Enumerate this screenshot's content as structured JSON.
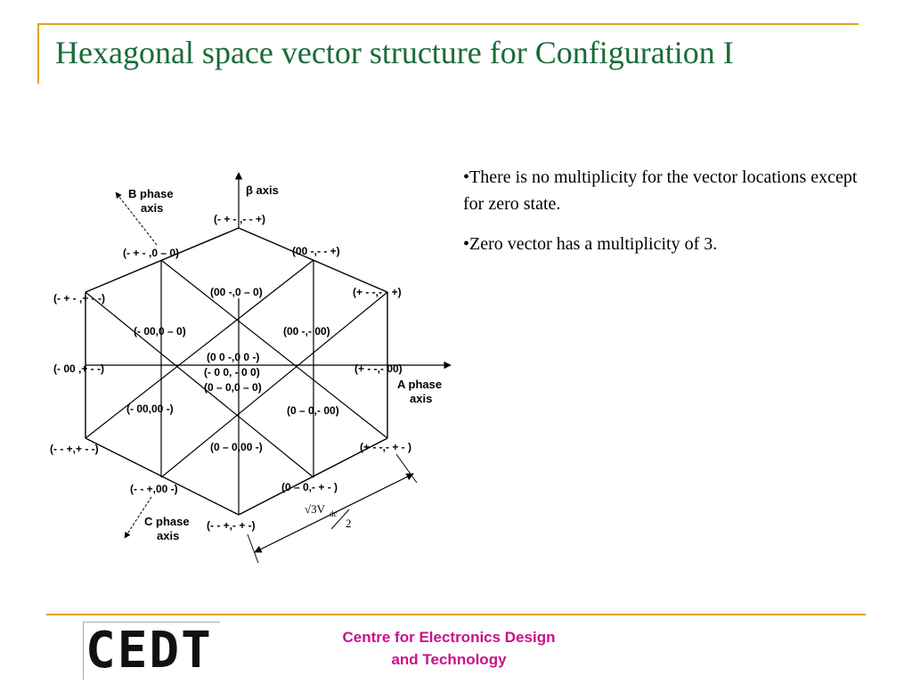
{
  "slide": {
    "title": "Hexagonal space vector structure for Configuration I"
  },
  "bullets": [
    "•There is no multiplicity for the vector locations except for zero state.",
    "•Zero vector has a multiplicity of 3."
  ],
  "diagram": {
    "axes": {
      "beta": "β axis",
      "b_phase": [
        "B phase",
        "axis"
      ],
      "a_phase": [
        "A phase",
        "axis"
      ],
      "c_phase": [
        "C phase",
        "axis"
      ]
    },
    "dimension": {
      "numerator": "√3V",
      "subscript": "dc",
      "denominator": "2"
    },
    "vector_labels": [
      "(- + - ,- - +)",
      "(- + - ,0 – 0)",
      "(00 -,- - +)",
      "(- + - ,+ - -)",
      "(00 -,0 – 0)",
      "(+ -  -,-  - +)",
      "(- 00,0 – 0)",
      "(00 -,- 00)",
      "(0 0 -,0 0 -)",
      "(- 0 0, - 0 0)",
      "(0 – 0,0 – 0)",
      "(- 00 ,+ - -)",
      "(+ - -,- 00)",
      "(- 00,00 -)",
      "(0 – 0,- 00)",
      "(- - +,+ - -)",
      "(0 – 0,00 -)",
      "(+ - -,- + - )",
      "(- - +,00 -)",
      "(0 – 0,- + - )",
      "(- - +,- + -)"
    ]
  },
  "footer": {
    "logo_text": "CEDT",
    "org_line1": "Centre for Electronics Design",
    "org_line2": "and Technology"
  },
  "colors": {
    "title": "#1a6b39",
    "rule": "#e0a21a",
    "footer_text": "#c8128a"
  }
}
